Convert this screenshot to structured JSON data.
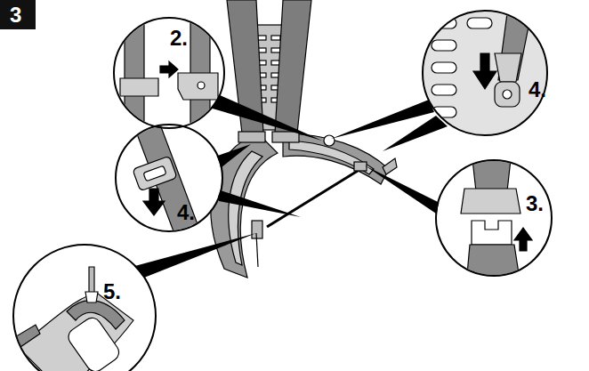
{
  "diagram": {
    "nodes": [
      {
        "text": [
          "3"
        ]
      },
      {
        "text": [
          "2."
        ]
      },
      {
        "text": [
          "4."
        ]
      },
      {
        "text": [
          "4."
        ]
      },
      {
        "text": [
          "3."
        ]
      },
      {
        "text": [
          "5."
        ]
      }
    ]
  }
}
